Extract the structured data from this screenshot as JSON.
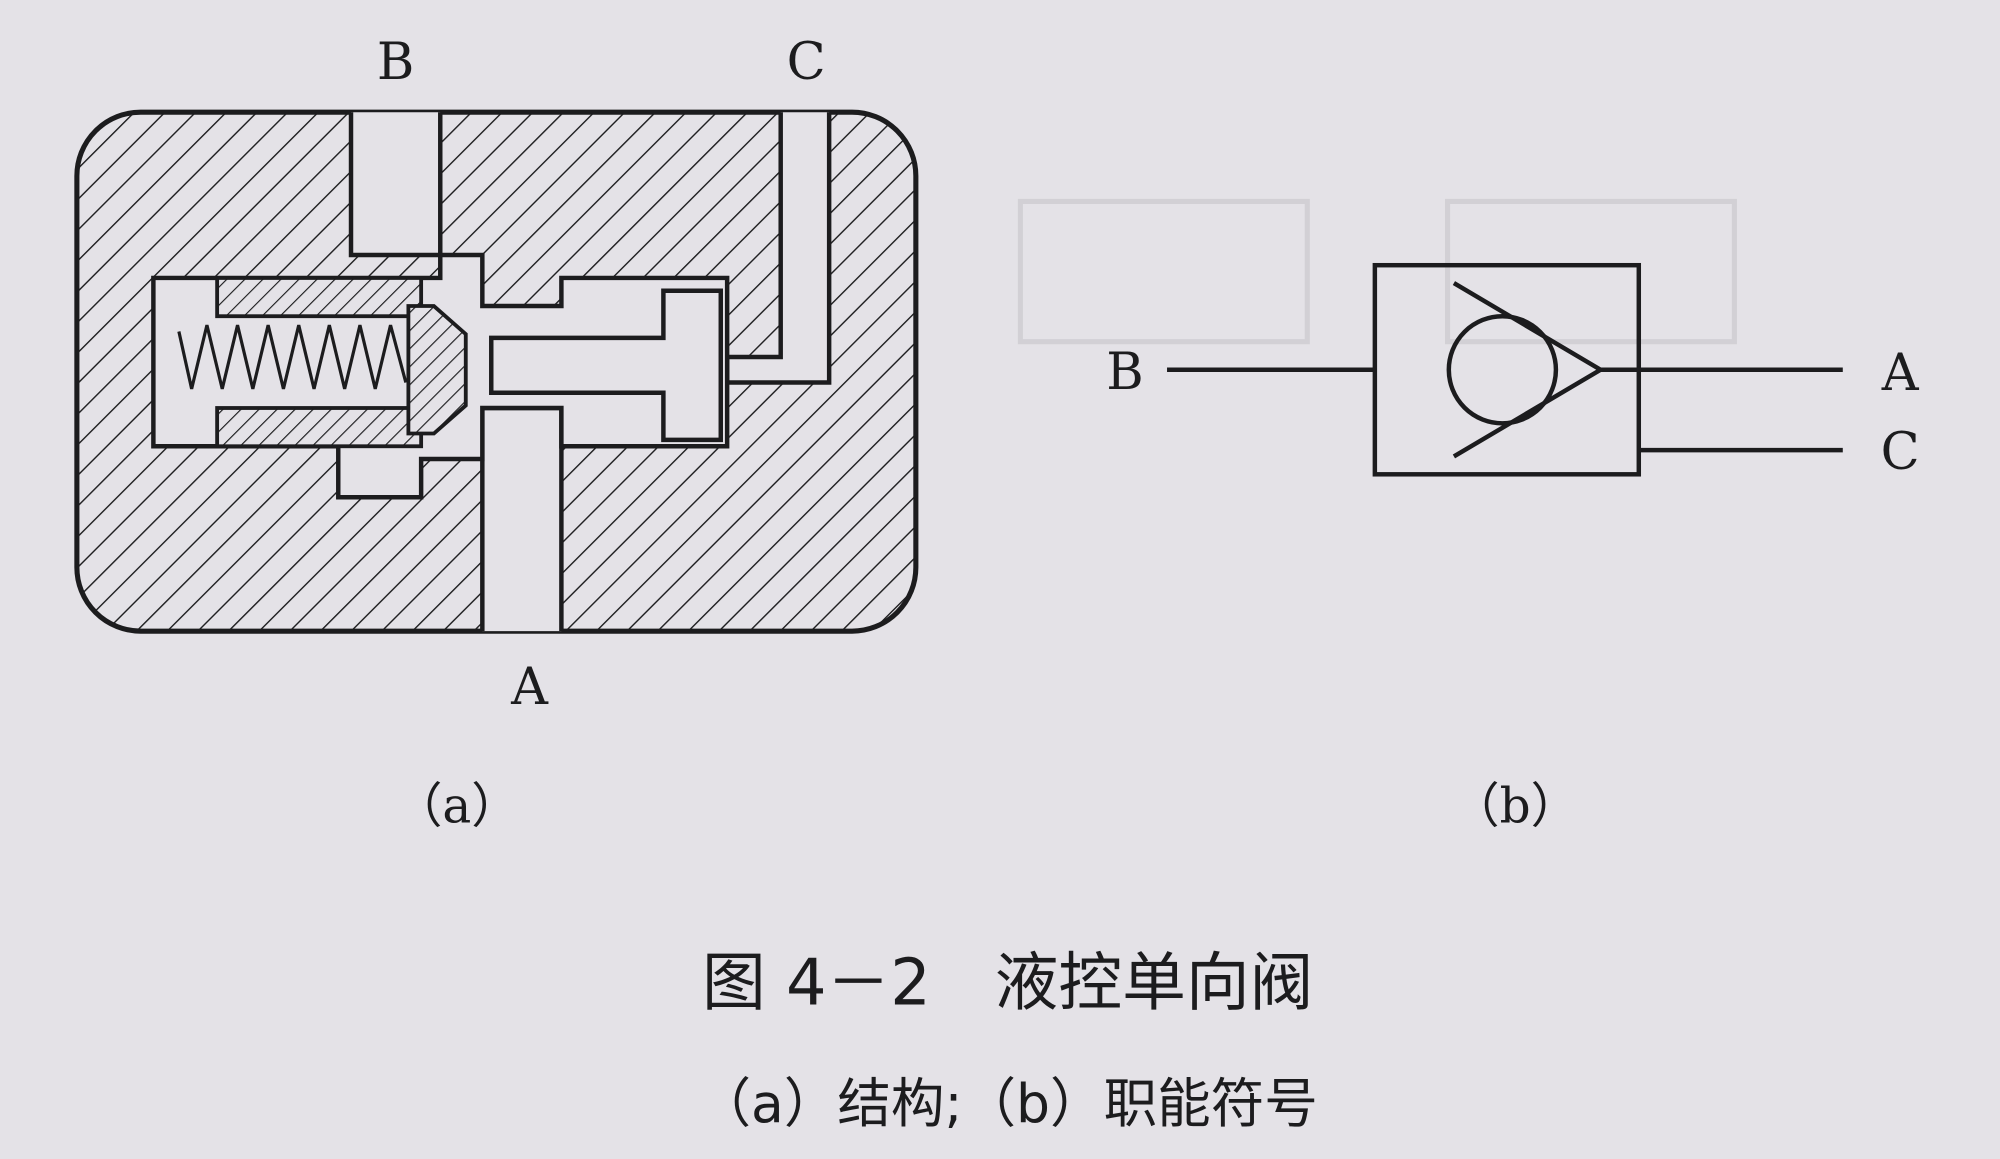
{
  "figure_a": {
    "port_b": "B",
    "port_c": "C",
    "port_a": "A",
    "sublabel": "（a）"
  },
  "figure_b": {
    "port_b": "B",
    "port_a": "A",
    "port_c": "C",
    "sublabel": "（b）"
  },
  "caption": {
    "title": "图 4－2　液控单向阀",
    "subtitle": "（a）结构;（b）职能符号"
  },
  "colors": {
    "paper": "#e4e2e7",
    "ink": "#1c1c1e"
  }
}
